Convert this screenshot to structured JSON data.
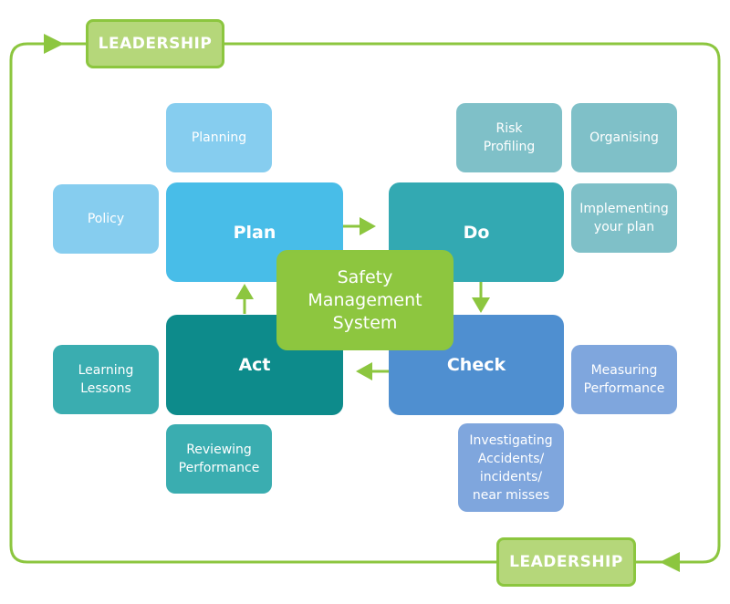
{
  "leadership": {
    "top_label": "LEADERSHIP",
    "bottom_label": "LEADERSHIP"
  },
  "center": {
    "label": "Safety\nManagement\nSystem"
  },
  "cycle": {
    "plan": "Plan",
    "do": "Do",
    "check": "Check",
    "act": "Act"
  },
  "satellites": {
    "planning": "Planning",
    "policy": "Policy",
    "risk_profiling": "Risk\nProfiling",
    "organising": "Organising",
    "implementing": "Implementing\nyour plan",
    "measuring": "Measuring\nPerformance",
    "investigating": "Investigating\nAccidents/\nincidents/\nnear misses",
    "learning": "Learning\nLessons",
    "reviewing": "Reviewing\nPerformance"
  },
  "colors": {
    "leadership_green": "#8cc63f",
    "leadership_fill": "#b5d77a",
    "plan_blue": "#48bde8",
    "light_blue": "#86cdef",
    "do_teal": "#33a9b2",
    "teal_light": "#7fc0c8",
    "check_blue": "#4f8fd0",
    "blue_light": "#7fa6dd",
    "act_teal": "#0d8b8b",
    "teal_mid": "#3aadb0"
  }
}
